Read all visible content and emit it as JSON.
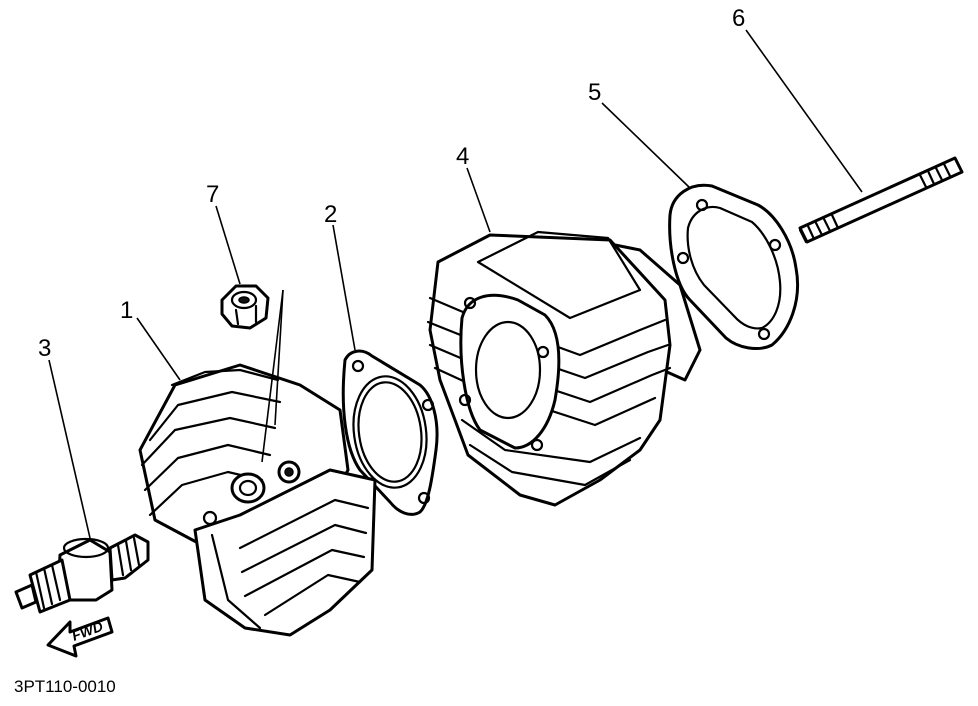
{
  "diagram": {
    "callouts": [
      "1",
      "2",
      "3",
      "4",
      "5",
      "6",
      "7"
    ],
    "direction_label": "FWD",
    "part_code": "3PT110-0010"
  }
}
